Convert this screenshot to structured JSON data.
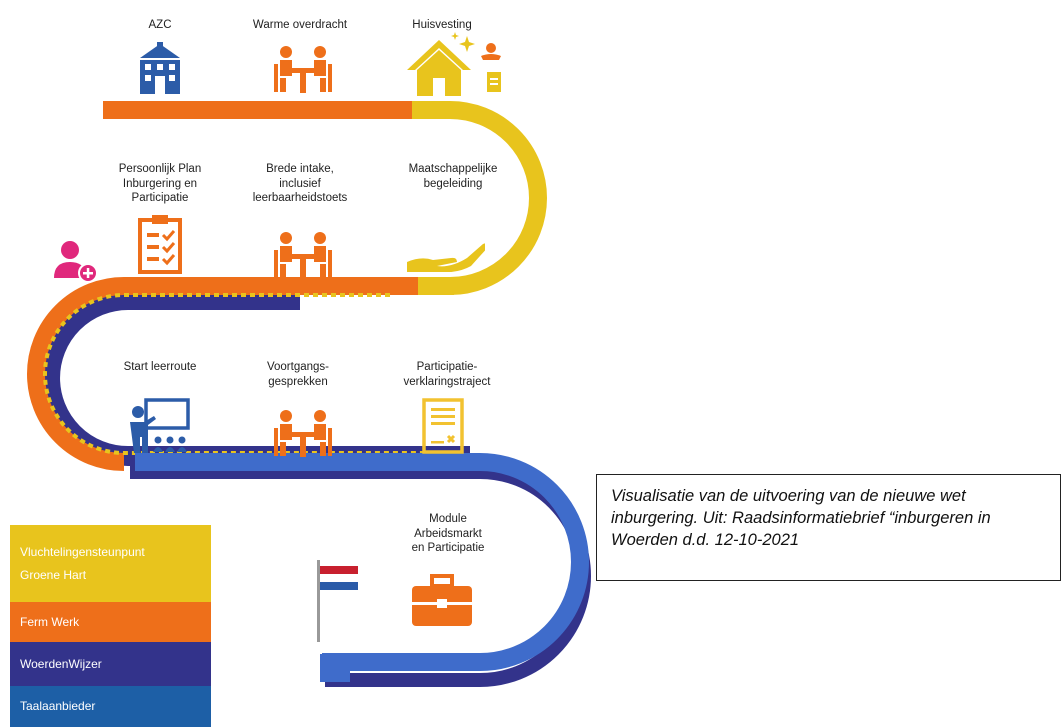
{
  "steps": [
    {
      "label": "AZC",
      "icon": "building-icon"
    },
    {
      "label": "Warme overdracht",
      "icon": "meeting-table-icon"
    },
    {
      "label": "Huisvesting",
      "icon": "house-icon"
    },
    {
      "label": "Persoonlijk Plan\nInburgering en\nParticipatie",
      "icon": "clipboard-icon"
    },
    {
      "label": "Brede intake,\ninclusief\nleerbaarheidstoets",
      "icon": "meeting-table-icon"
    },
    {
      "label": "Maatschappelijke\nbegeleiding",
      "icon": "helping-hand-icon"
    },
    {
      "label": "Start leerroute",
      "icon": "classroom-teacher-icon"
    },
    {
      "label": "Voortgangs-\ngesprekken",
      "icon": "meeting-table-icon"
    },
    {
      "label": "Participatie-\nverklaringstraject",
      "icon": "document-sign-icon"
    },
    {
      "label": "Module\nArbeidsmarkt\nen Participatie",
      "icon": "briefcase-icon"
    }
  ],
  "legend": [
    {
      "label": "Vluchtelingensteunpunt\nGroene Hart",
      "color": "#E8C41D"
    },
    {
      "label": "Ferm Werk",
      "color": "#EE6F1A"
    },
    {
      "label": "WoerdenWijzer",
      "color": "#33338B"
    },
    {
      "label": "Taalaanbieder",
      "color": "#1D5FA6"
    }
  ],
  "colors": {
    "yellow": "#E8C41D",
    "orange": "#EE6F1A",
    "indigo": "#33338B",
    "blue": "#3F6CCB",
    "pink": "#E0287C",
    "icon_blue": "#2C5CA8",
    "icon_gold": "#F2C230"
  },
  "caption": "Visualisatie van de uitvoering van de nieuwe wet inburgering. Uit: Raadsinformatiebrief “inburgeren in Woerden d.d. 12-10-2021"
}
